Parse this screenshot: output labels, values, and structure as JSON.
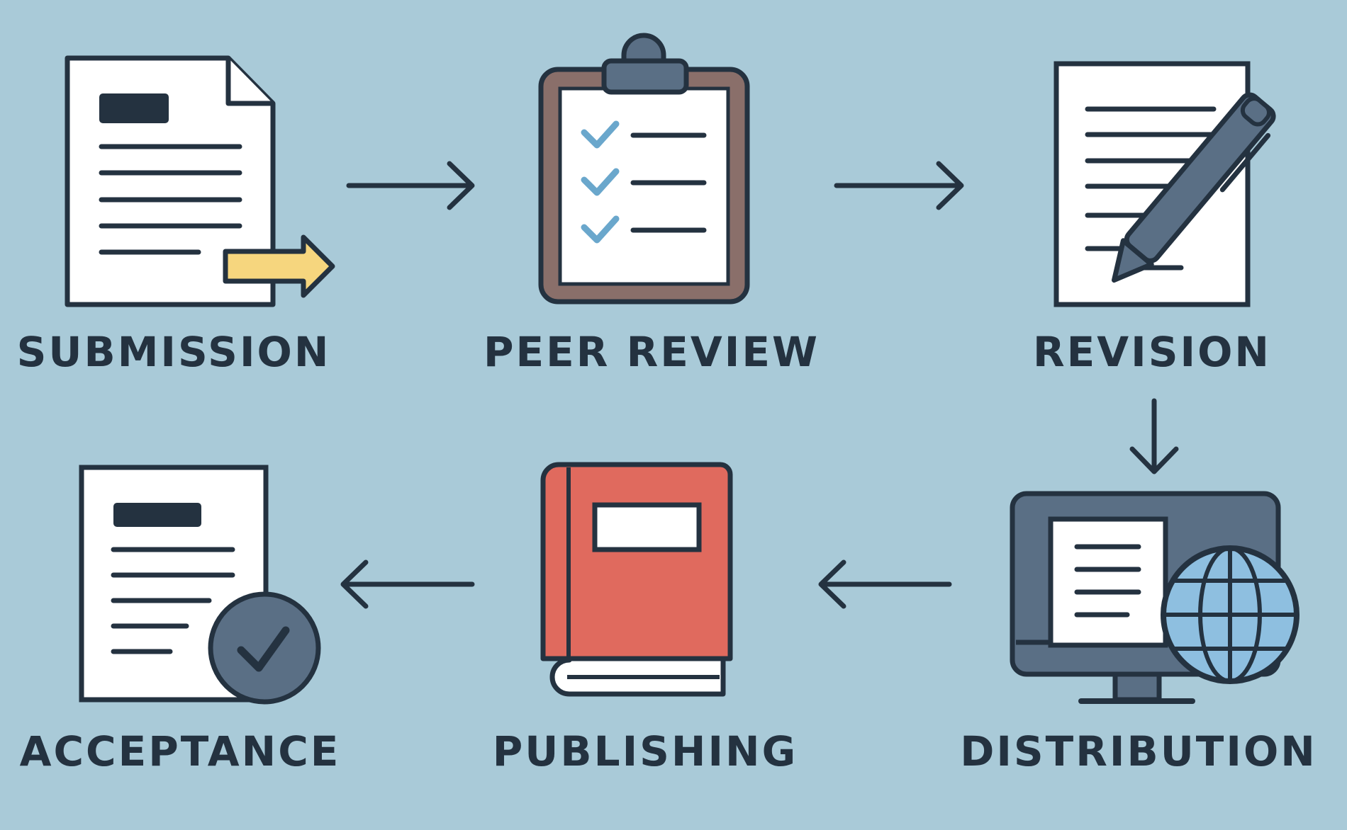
{
  "stages": [
    {
      "id": "submission",
      "label": "SUBMISSION"
    },
    {
      "id": "peer-review",
      "label": "PEER REVIEW"
    },
    {
      "id": "revision",
      "label": "REVISION"
    },
    {
      "id": "distribution",
      "label": "DISTRIBUTION"
    },
    {
      "id": "publishing",
      "label": "PUBLISHING"
    },
    {
      "id": "acceptance",
      "label": "ACCEPTANCE"
    }
  ],
  "flow": [
    {
      "from": "submission",
      "to": "peer-review"
    },
    {
      "from": "peer-review",
      "to": "revision"
    },
    {
      "from": "revision",
      "to": "distribution"
    },
    {
      "from": "distribution",
      "to": "publishing"
    },
    {
      "from": "publishing",
      "to": "acceptance"
    }
  ],
  "icons": {
    "submission": "document-send-icon",
    "peer-review": "clipboard-checklist-icon",
    "revision": "document-pen-icon",
    "distribution": "monitor-globe-icon",
    "publishing": "book-icon",
    "acceptance": "document-approved-icon"
  },
  "colors": {
    "background": "#a9cad8",
    "outline": "#243240",
    "slate": "#5a6f85",
    "arrow_yellow": "#f6d67e",
    "book_red": "#e06a5e",
    "check_blue": "#6aa7cc",
    "clipboard_brown": "#8a6f6a",
    "globe_blue": "#8ebfe0"
  }
}
